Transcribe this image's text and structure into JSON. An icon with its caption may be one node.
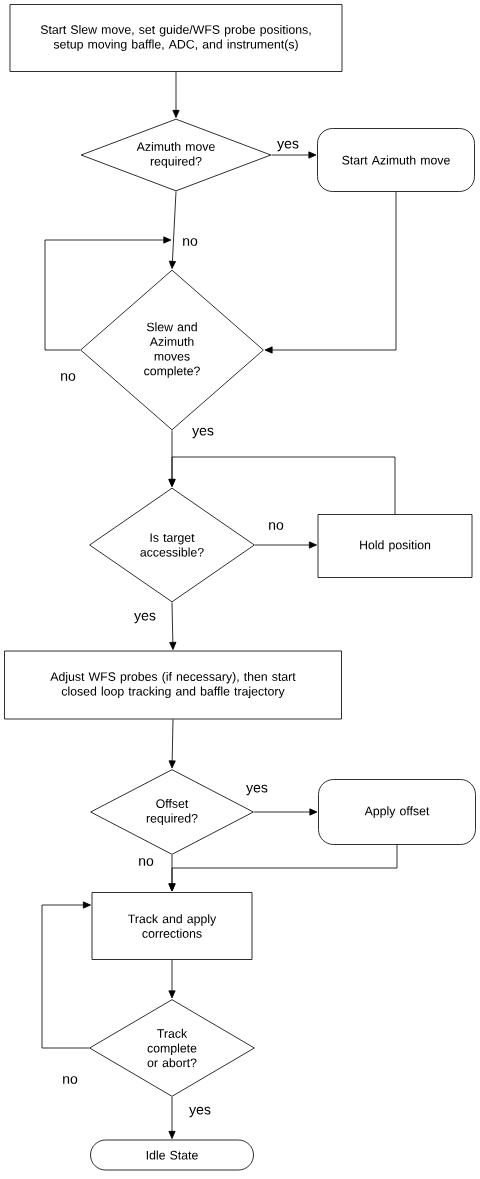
{
  "diagram": {
    "nodes": [
      {
        "text": [
          "Start Slew move, set guide/WFS probe positions, setup moving baffle, ADC, and instrument(s)"
        ]
      },
      {
        "text": [
          "Azimuth move required?"
        ]
      },
      {
        "text": [
          "Start Azimuth move"
        ]
      },
      {
        "text": [
          "Slew and Azimuth moves complete?"
        ]
      },
      {
        "text": [
          "Is target accessible?"
        ]
      },
      {
        "text": [
          "Hold position"
        ]
      },
      {
        "text": [
          "Adjust WFS probes (if necessary), then start closed loop tracking and baffle trajectory"
        ]
      },
      {
        "text": [
          "Offset required?"
        ]
      },
      {
        "text": [
          "Apply offset"
        ]
      },
      {
        "text": [
          "Track and apply corrections"
        ]
      },
      {
        "text": [
          "Track complete or abort?"
        ]
      },
      {
        "text": [
          "Idle State"
        ]
      }
    ],
    "edges": [
      {
        "from": 0,
        "to": 1,
        "arrow": "to"
      },
      {
        "from": 1,
        "to": 2,
        "arrow": "to",
        "label": "yes"
      },
      {
        "from": 1,
        "to": 3,
        "arrow": "to",
        "label": "no"
      },
      {
        "from": 3,
        "to": 3,
        "arrow": "to",
        "label": "no"
      },
      {
        "from": 2,
        "to": 3,
        "arrow": "to"
      },
      {
        "from": 3,
        "to": 4,
        "arrow": "to",
        "label": "yes"
      },
      {
        "from": 4,
        "to": 5,
        "arrow": "to",
        "label": "no"
      },
      {
        "from": 5,
        "to": 4,
        "arrow": "to"
      },
      {
        "from": 4,
        "to": 6,
        "arrow": "to",
        "label": "yes"
      },
      {
        "from": 6,
        "to": 7,
        "arrow": "to"
      },
      {
        "from": 7,
        "to": 8,
        "arrow": "to",
        "label": "yes"
      },
      {
        "from": 7,
        "to": 9,
        "arrow": "to",
        "label": "no"
      },
      {
        "from": 8,
        "to": 9,
        "arrow": "to"
      },
      {
        "from": 9,
        "to": 10,
        "arrow": "to"
      },
      {
        "from": 10,
        "to": 9,
        "arrow": "to",
        "label": "no"
      },
      {
        "from": 10,
        "to": 11,
        "arrow": "to",
        "label": "yes"
      }
    ]
  }
}
